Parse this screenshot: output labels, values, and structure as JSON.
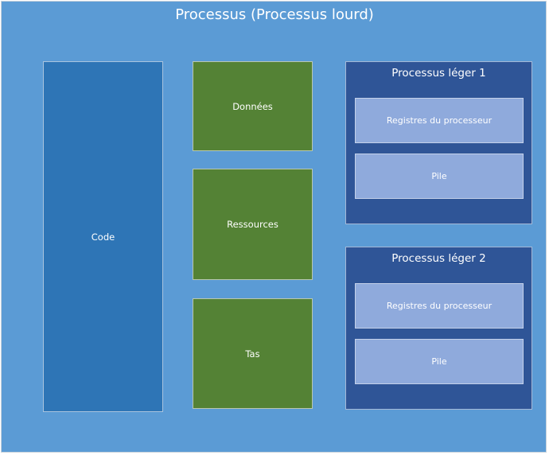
{
  "title": "Processus (Processus lourd)",
  "code": "Code",
  "segments": [
    "Données",
    "Ressources",
    "Tas"
  ],
  "threads": [
    {
      "title": "Processus léger 1",
      "registers": "Registres du processeur",
      "stack": "Pile"
    },
    {
      "title": "Processus léger 2",
      "registers": "Registres du processeur",
      "stack": "Pile"
    }
  ],
  "colors": {
    "process": "#5b9bd5",
    "code": "#2e75b6",
    "segment": "#548235",
    "thread": "#2f5597",
    "thread_part": "#8faadc"
  }
}
